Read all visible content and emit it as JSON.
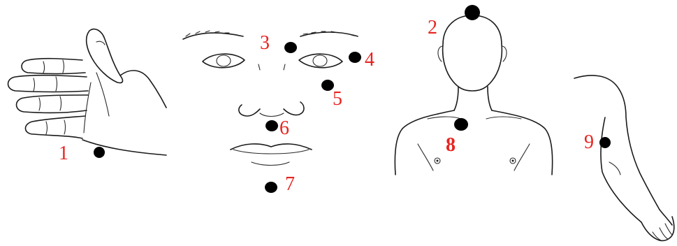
{
  "points": [
    {
      "id": "1",
      "label": "1",
      "bold": false
    },
    {
      "id": "2",
      "label": "2",
      "bold": false
    },
    {
      "id": "3",
      "label": "3",
      "bold": false
    },
    {
      "id": "4",
      "label": "4",
      "bold": false
    },
    {
      "id": "5",
      "label": "5",
      "bold": false
    },
    {
      "id": "6",
      "label": "6",
      "bold": false
    },
    {
      "id": "7",
      "label": "7",
      "bold": false
    },
    {
      "id": "8",
      "label": "8",
      "bold": true
    },
    {
      "id": "9",
      "label": "9",
      "bold": false
    }
  ],
  "colors": {
    "label": "#e8231f",
    "point": "#000000",
    "line": "#1a1a1a",
    "background": "#ffffff"
  },
  "icons": [
    "hand-illustration",
    "face-illustration",
    "torso-illustration",
    "arm-illustration"
  ]
}
